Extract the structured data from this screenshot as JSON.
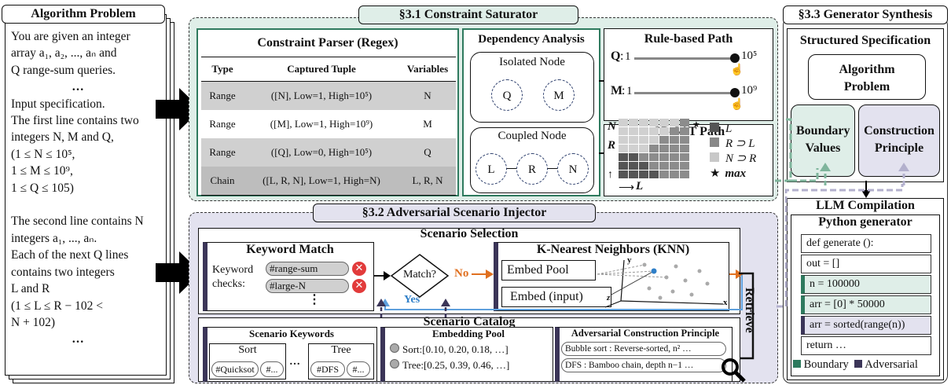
{
  "problem": {
    "title": "Algorithm Problem",
    "lines": [
      "You are given an integer",
      "array a₁, a₂, ..., aₙ and",
      "Q range-sum queries.",
      "…",
      "Input specification.",
      "The first line contains two",
      "integers N, M and Q,",
      "(1 ≤ N ≤ 10⁵,",
      " 1 ≤ M ≤ 10⁹,",
      " 1 ≤ Q ≤ 105)",
      "",
      "The second line contains N",
      "integers a₁, ..., aₙ.",
      "Each of the next Q lines",
      "contains two integers",
      "L and R",
      "(1 ≤ L ≤ R − 102 <",
      "N + 102)",
      "…"
    ]
  },
  "saturator": {
    "title": "§3.1 Constraint Saturator",
    "parser": {
      "title": "Constraint Parser (Regex)",
      "headers": [
        "Type",
        "Captured Tuple",
        "Variables"
      ],
      "rows": [
        {
          "type": "Range",
          "tuple": "([N], Low=1, High=10⁵)",
          "vars": "N"
        },
        {
          "type": "Range",
          "tuple": "([M], Low=1, High=10⁹)",
          "vars": "M"
        },
        {
          "type": "Range",
          "tuple": "([Q], Low=0, High=10⁵)",
          "vars": "Q"
        },
        {
          "type": "Chain",
          "tuple": "([L, R, N], Low=1, High=N)",
          "vars": "L, R, N"
        }
      ]
    },
    "dependency": {
      "title": "Dependency Analysis",
      "isolated_label": "Isolated Node",
      "isolated_nodes": [
        "Q",
        "M"
      ],
      "coupled_label": "Coupled Node",
      "coupled_nodes": [
        "L",
        "R",
        "N"
      ]
    },
    "rule_path": {
      "title": "Rule-based Path",
      "rows": [
        {
          "var": "Q",
          "low": "1",
          "high": "10⁵"
        },
        {
          "var": "M",
          "low": "1",
          "high": "10⁹"
        }
      ]
    },
    "cpsat": {
      "title": "CP-SAT Path",
      "axis_y": "N",
      "axis_r": "R",
      "axis_x": "L",
      "legend": [
        "L",
        "R ⊃ L",
        "N ⊃ R",
        "max"
      ]
    }
  },
  "generator": {
    "title": "§3.3 Generator Synthesis",
    "spec_title": "Structured Specification",
    "algo_problem": "Algorithm Problem",
    "boundary": "Boundary Values",
    "construction": "Construction Principle",
    "llm_title": "LLM Compilation",
    "python_title": "Python generator",
    "code": [
      "def generate ():",
      "out = []",
      "n = 100000",
      "arr = [0] * 50000",
      "arr = sorted(range(n))",
      "return …"
    ],
    "legend_boundary": "Boundary",
    "legend_adversarial": "Adversarial",
    "colors": {
      "boundary": "#2e7a5e",
      "adversarial": "#3b3558",
      "green_bg": "#dfeee8",
      "purple_bg": "#e3e2ef"
    }
  },
  "injector": {
    "title": "§3.2 Adversarial Scenario Injector",
    "selection_title": "Scenario Selection",
    "keyword_title": "Keyword Match",
    "keyword_checks": "Keyword checks:",
    "keywords": [
      "#range-sum",
      "#large-N"
    ],
    "match": "Match?",
    "no": "No",
    "yes": "Yes",
    "knn_title": "K-Nearest Neighbors (KNN)",
    "embed_pool": "Embed Pool",
    "embed_input": "Embed (input)",
    "axes": [
      "y",
      "z",
      "x"
    ],
    "retrieve": "Retrieve",
    "catalog_title": "Scenario Catalog",
    "scenario_keywords": "Scenario Keywords",
    "cat_sort": "Sort",
    "cat_tree": "Tree",
    "sort_tags": [
      "#Quicksot",
      "#..."
    ],
    "tree_tags": [
      "#DFS",
      "#..."
    ],
    "embedding_pool_title": "Embedding Pool",
    "embeddings": [
      "Sort:[0.10, 0.20, 0.18, …]",
      "Tree:[0.25, 0.39, 0.46, …]"
    ],
    "adv_title": "Adversarial Construction Principle",
    "adv_items": [
      "Bubble sort : Reverse-sorted, n² …",
      "DFS : Bamboo chain, depth n−1 …"
    ],
    "ellipsis": "⋮"
  }
}
